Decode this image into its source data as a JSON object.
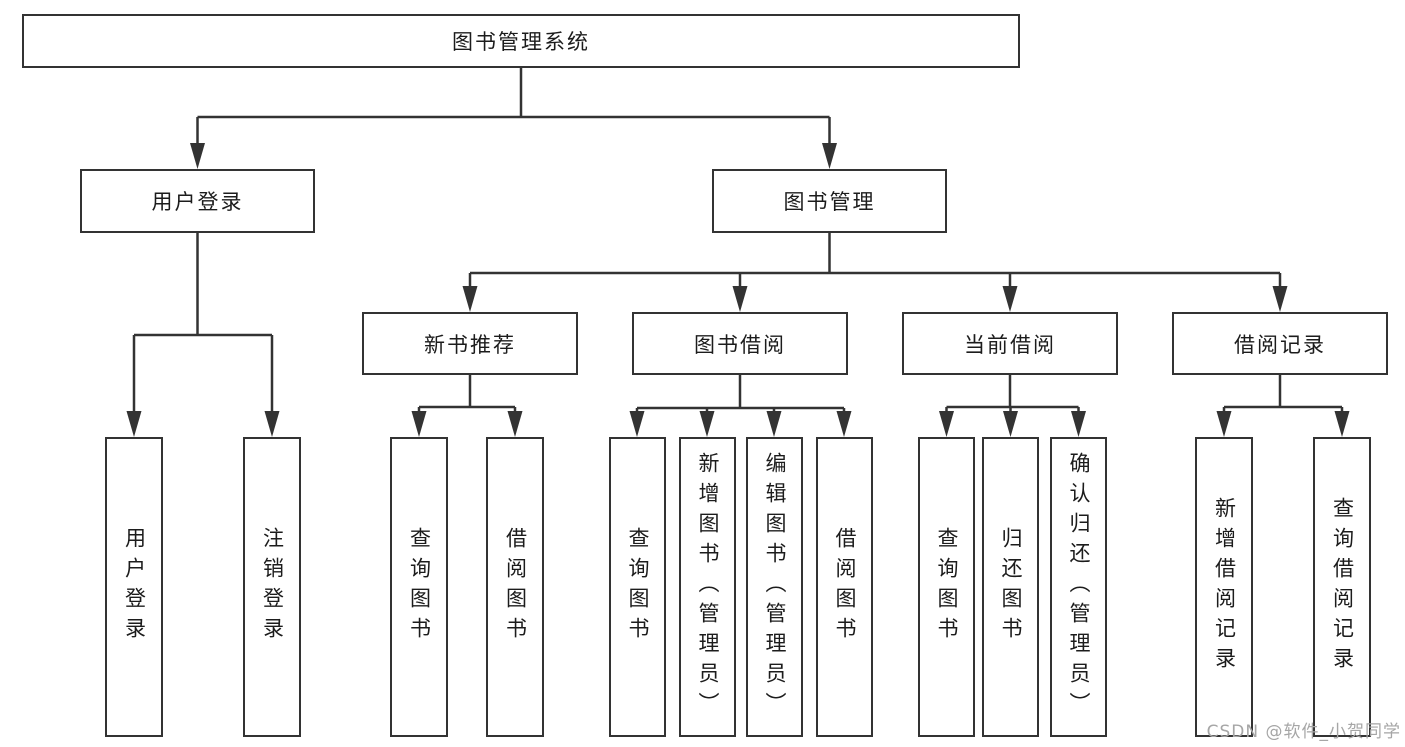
{
  "tree": {
    "root": {
      "label": "图书管理系统",
      "children": [
        {
          "label": "用户登录",
          "children": [
            {
              "label": "用户登录"
            },
            {
              "label": "注销登录"
            }
          ]
        },
        {
          "label": "图书管理",
          "children": [
            {
              "label": "新书推荐",
              "children": [
                {
                  "label": "查询图书"
                },
                {
                  "label": "借阅图书"
                }
              ]
            },
            {
              "label": "图书借阅",
              "children": [
                {
                  "label": "查询图书"
                },
                {
                  "label": "新增图书（管理员）"
                },
                {
                  "label": "编辑图书（管理员）"
                },
                {
                  "label": "借阅图书"
                }
              ]
            },
            {
              "label": "当前借阅",
              "children": [
                {
                  "label": "查询图书"
                },
                {
                  "label": "归还图书"
                },
                {
                  "label": "确认归还（管理员）"
                }
              ]
            },
            {
              "label": "借阅记录",
              "children": [
                {
                  "label": "新增借阅记录"
                },
                {
                  "label": "查询借阅记录"
                }
              ]
            }
          ]
        }
      ]
    }
  },
  "watermark": {
    "text": "CSDN @软件_小贺同学"
  },
  "colors": {
    "line": "#333333",
    "text": "#1c1c1c",
    "background": "#ffffff",
    "watermark": "#a6a6a6"
  }
}
